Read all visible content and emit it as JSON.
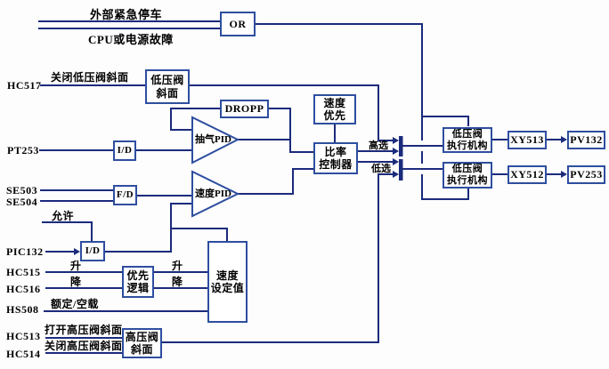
{
  "diagram": {
    "title_hint": "steam-turbine-extraction-control-block-diagram",
    "colors": {
      "line": "#1b2b7c",
      "box_border": "#2e4e9f",
      "text": "#000000",
      "background": "#fdfdfd"
    },
    "signals": {
      "external_stop": "外部紧急停车",
      "cpu_fault": "CPU或电源故障",
      "hc517": "HC517",
      "close_lp_ramp": "关闭低压阀斜面",
      "pt253": "PT253",
      "se503": "SE503",
      "se504": "SE504",
      "permit": "允许",
      "pic132": "PIC132",
      "hc515": "HC515",
      "hc516": "HC516",
      "up": "升",
      "down": "降",
      "hs508": "HS508",
      "rated_noload": "额定/空载",
      "hc513": "HC513",
      "open_hp_ramp": "打开高压阀斜面",
      "hc514": "HC514",
      "close_hp_ramp": "关闭高压阀斜面",
      "high_select": "高选",
      "low_select": "低选"
    },
    "blocks": {
      "or_gate": "OR",
      "lp_ramp": {
        "line1": "低压阀",
        "line2": "斜面"
      },
      "dropp": "DROPP",
      "id_converter_1": "I/D",
      "extraction_pid": "抽气PID",
      "fd_converter": "F/D",
      "speed_pid": "速度PID",
      "id_converter_2": "I/D",
      "speed_priority": {
        "line1": "速度",
        "line2": "优先"
      },
      "ratio_controller": {
        "line1": "比率",
        "line2": "控制器"
      },
      "priority_logic": {
        "line1": "优先",
        "line2": "逻辑"
      },
      "speed_setpoint": {
        "line1": "速度",
        "line2": "设定值"
      },
      "hp_ramp": {
        "line1": "高压阀",
        "line2": "斜面"
      },
      "lp_actuator_1": {
        "line1": "低压阀",
        "line2": "执行机构"
      },
      "lp_actuator_2": {
        "line1": "低压阀",
        "line2": "执行机构"
      },
      "xy513": "XY513",
      "pv132": "PV132",
      "xy512": "XY512",
      "pv253": "PV253"
    }
  }
}
